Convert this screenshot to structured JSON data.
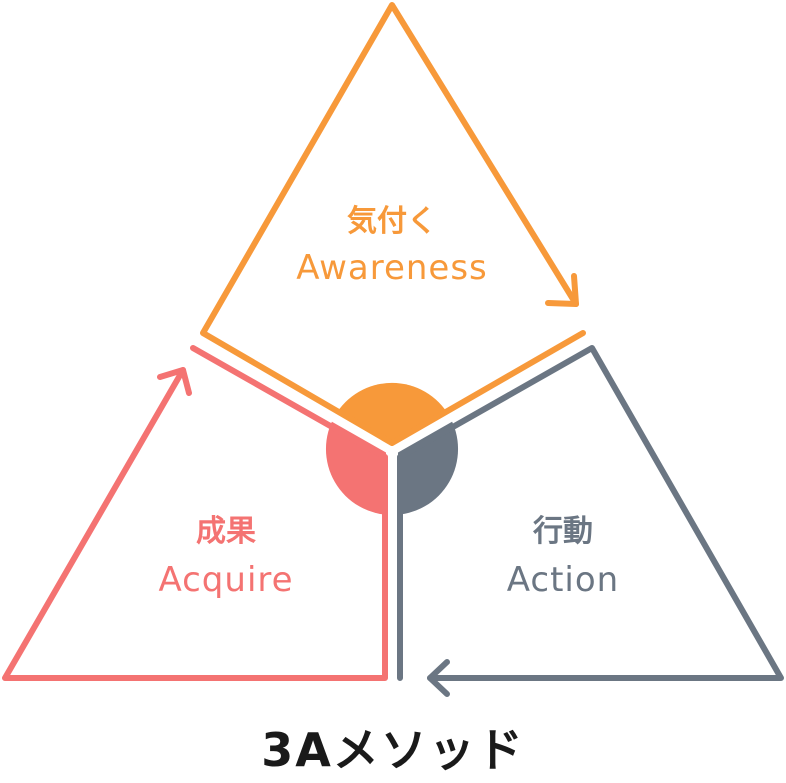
{
  "colors": {
    "awareness": "#f7993a",
    "acquire": "#f47372",
    "action": "#6b7683",
    "title": "#1a1a1a"
  },
  "segments": {
    "awareness": {
      "label_jp": "気付く",
      "label_en": "Awareness"
    },
    "action": {
      "label_jp": "行動",
      "label_en": "Action"
    },
    "acquire": {
      "label_jp": "成果",
      "label_en": "Acquire"
    }
  },
  "title": "3Aメソッド"
}
